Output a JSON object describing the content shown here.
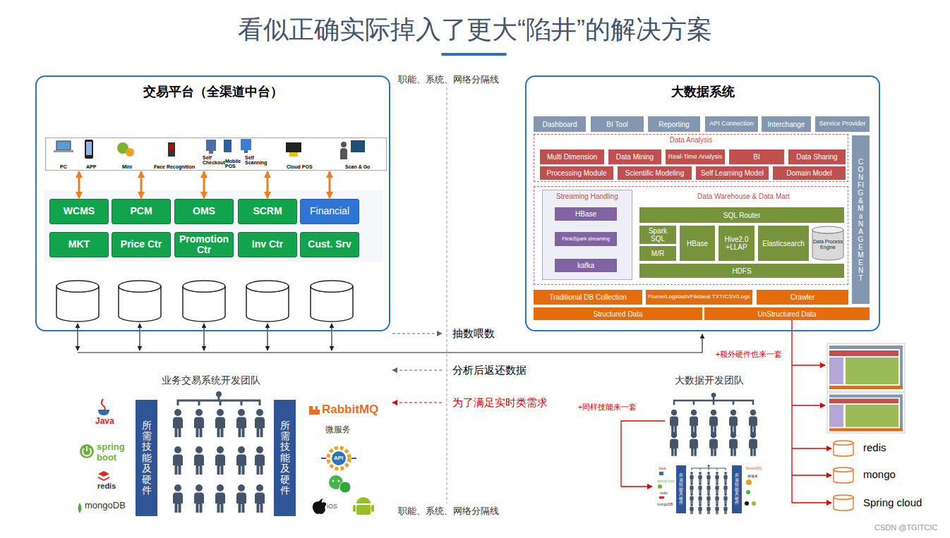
{
  "diagram": {
    "title": "看似正确实际掉入了更大“陷井”的解决方案",
    "nodes": [
      {
        "text": [
          "交易平台（全渠道中台）"
        ]
      },
      {
        "text": [
          "PC",
          "APP",
          "Mini",
          "Face Recognition",
          "Self Checkout",
          "Mobile POS",
          "Self Scanning",
          "Cloud POS",
          "Scan & Go"
        ],
        "in": 0
      },
      {
        "text": [
          "WCMS"
        ],
        "in": 0
      },
      {
        "text": [
          "PCM"
        ],
        "in": 0
      },
      {
        "text": [
          "OMS"
        ],
        "in": 0
      },
      {
        "text": [
          "SCRM"
        ],
        "in": 0
      },
      {
        "text": [
          "Financial"
        ],
        "in": 0
      },
      {
        "text": [
          "MKT"
        ],
        "in": 0
      },
      {
        "text": [
          "Price Ctr"
        ],
        "in": 0
      },
      {
        "text": [
          "Promotion Ctr"
        ],
        "in": 0
      },
      {
        "text": [
          "Inv Ctr"
        ],
        "in": 0
      },
      {
        "text": [
          "Cust. Srv"
        ],
        "in": 0
      },
      {
        "text": [
          "大数据系统"
        ]
      },
      {
        "text": [
          "Dashboard"
        ],
        "in": 12
      },
      {
        "text": [
          "BI Tool"
        ],
        "in": 12
      },
      {
        "text": [
          "Reporting"
        ],
        "in": 12
      },
      {
        "text": [
          "API Connection"
        ],
        "in": 12
      },
      {
        "text": [
          "Interchange"
        ],
        "in": 12
      },
      {
        "text": [
          "Service Provider"
        ],
        "in": 12
      },
      {
        "text": [
          "CONFIG & MaNAGEMENT"
        ],
        "in": 12
      },
      {
        "text": [
          "Data Analysis"
        ],
        "in": 12
      },
      {
        "text": [
          "Multi Dimension"
        ],
        "in": 20
      },
      {
        "text": [
          "Data Mining"
        ],
        "in": 20
      },
      {
        "text": [
          "Real-Time Analysis"
        ],
        "in": 20
      },
      {
        "text": [
          "BI"
        ],
        "in": 20
      },
      {
        "text": [
          "Data Sharing"
        ],
        "in": 20
      },
      {
        "text": [
          "Processing Module"
        ],
        "in": 20
      },
      {
        "text": [
          "Scientific Modeling"
        ],
        "in": 20
      },
      {
        "text": [
          "Self Learning Model"
        ],
        "in": 20
      },
      {
        "text": [
          "Domain Model"
        ],
        "in": 20
      },
      {
        "text": [
          "Data Warehouse & Data Mart"
        ],
        "in": 12
      },
      {
        "text": [
          "Streaming Handling"
        ],
        "in": 30
      },
      {
        "text": [
          "HBase"
        ],
        "in": 31
      },
      {
        "text": [
          "Flink/Spark streaming"
        ],
        "in": 31
      },
      {
        "text": [
          "kafka"
        ],
        "in": 31
      },
      {
        "text": [
          "SQL Router"
        ],
        "in": 30
      },
      {
        "text": [
          "Spark SQL"
        ],
        "in": 30
      },
      {
        "text": [
          "M/R"
        ],
        "in": 30
      },
      {
        "text": [
          "HBase"
        ],
        "in": 30
      },
      {
        "text": [
          "Hive2.0 +LLAP"
        ],
        "in": 30
      },
      {
        "text": [
          "Elasticsearch"
        ],
        "in": 30
      },
      {
        "text": [
          "Data Process Engine"
        ],
        "in": 30
      },
      {
        "text": [
          "HDFS"
        ],
        "in": 30
      },
      {
        "text": [
          "Traditional DB Collection"
        ],
        "in": 12
      },
      {
        "text": [
          "Flume/Logstash/Filebeat TXT/CSV/Logs"
        ],
        "in": 12
      },
      {
        "text": [
          "Crawler"
        ],
        "in": 12
      },
      {
        "text": [
          "Structured Data"
        ],
        "in": 12
      },
      {
        "text": [
          "UnStructured Data"
        ],
        "in": 12
      },
      {
        "text": [
          "所需技能及硬件"
        ]
      },
      {
        "text": [
          "所需技能及硬件"
        ]
      },
      {
        "text": [
          "所需技能及硬件"
        ]
      },
      {
        "text": [
          "所需技能及硬件"
        ]
      }
    ],
    "edges": [
      {
        "from": 1,
        "to": 2,
        "arrow": "both"
      },
      {
        "from": 1,
        "to": 3,
        "arrow": "both"
      },
      {
        "from": 1,
        "to": 4,
        "arrow": "both"
      },
      {
        "from": 1,
        "to": 5,
        "arrow": "both"
      },
      {
        "from": 1,
        "to": 6,
        "arrow": "both"
      },
      {
        "from": 34,
        "to": 33,
        "arrow": "to"
      },
      {
        "from": 33,
        "to": 32,
        "arrow": "to"
      }
    ],
    "labels": [
      "职能、系统、网络分隔线",
      "抽数喂数",
      "分析后返还数据",
      "为了满足实时类需求",
      "业务交易系统开发团队",
      "Java",
      "spring boot",
      "redis",
      "mongoDB",
      "RabbitMQ",
      "微服务",
      "API",
      "iOS",
      "职能、系统、网络分隔线",
      "大数据开发团队",
      "+同样技能来一套",
      "+额外硬件也来一套",
      "redis",
      "mongo",
      "Spring cloud",
      "Java",
      "spring boot",
      "redis",
      "mongoDB",
      "RabbitMQ",
      "微服务",
      "CSDN @TGITCIC"
    ]
  }
}
